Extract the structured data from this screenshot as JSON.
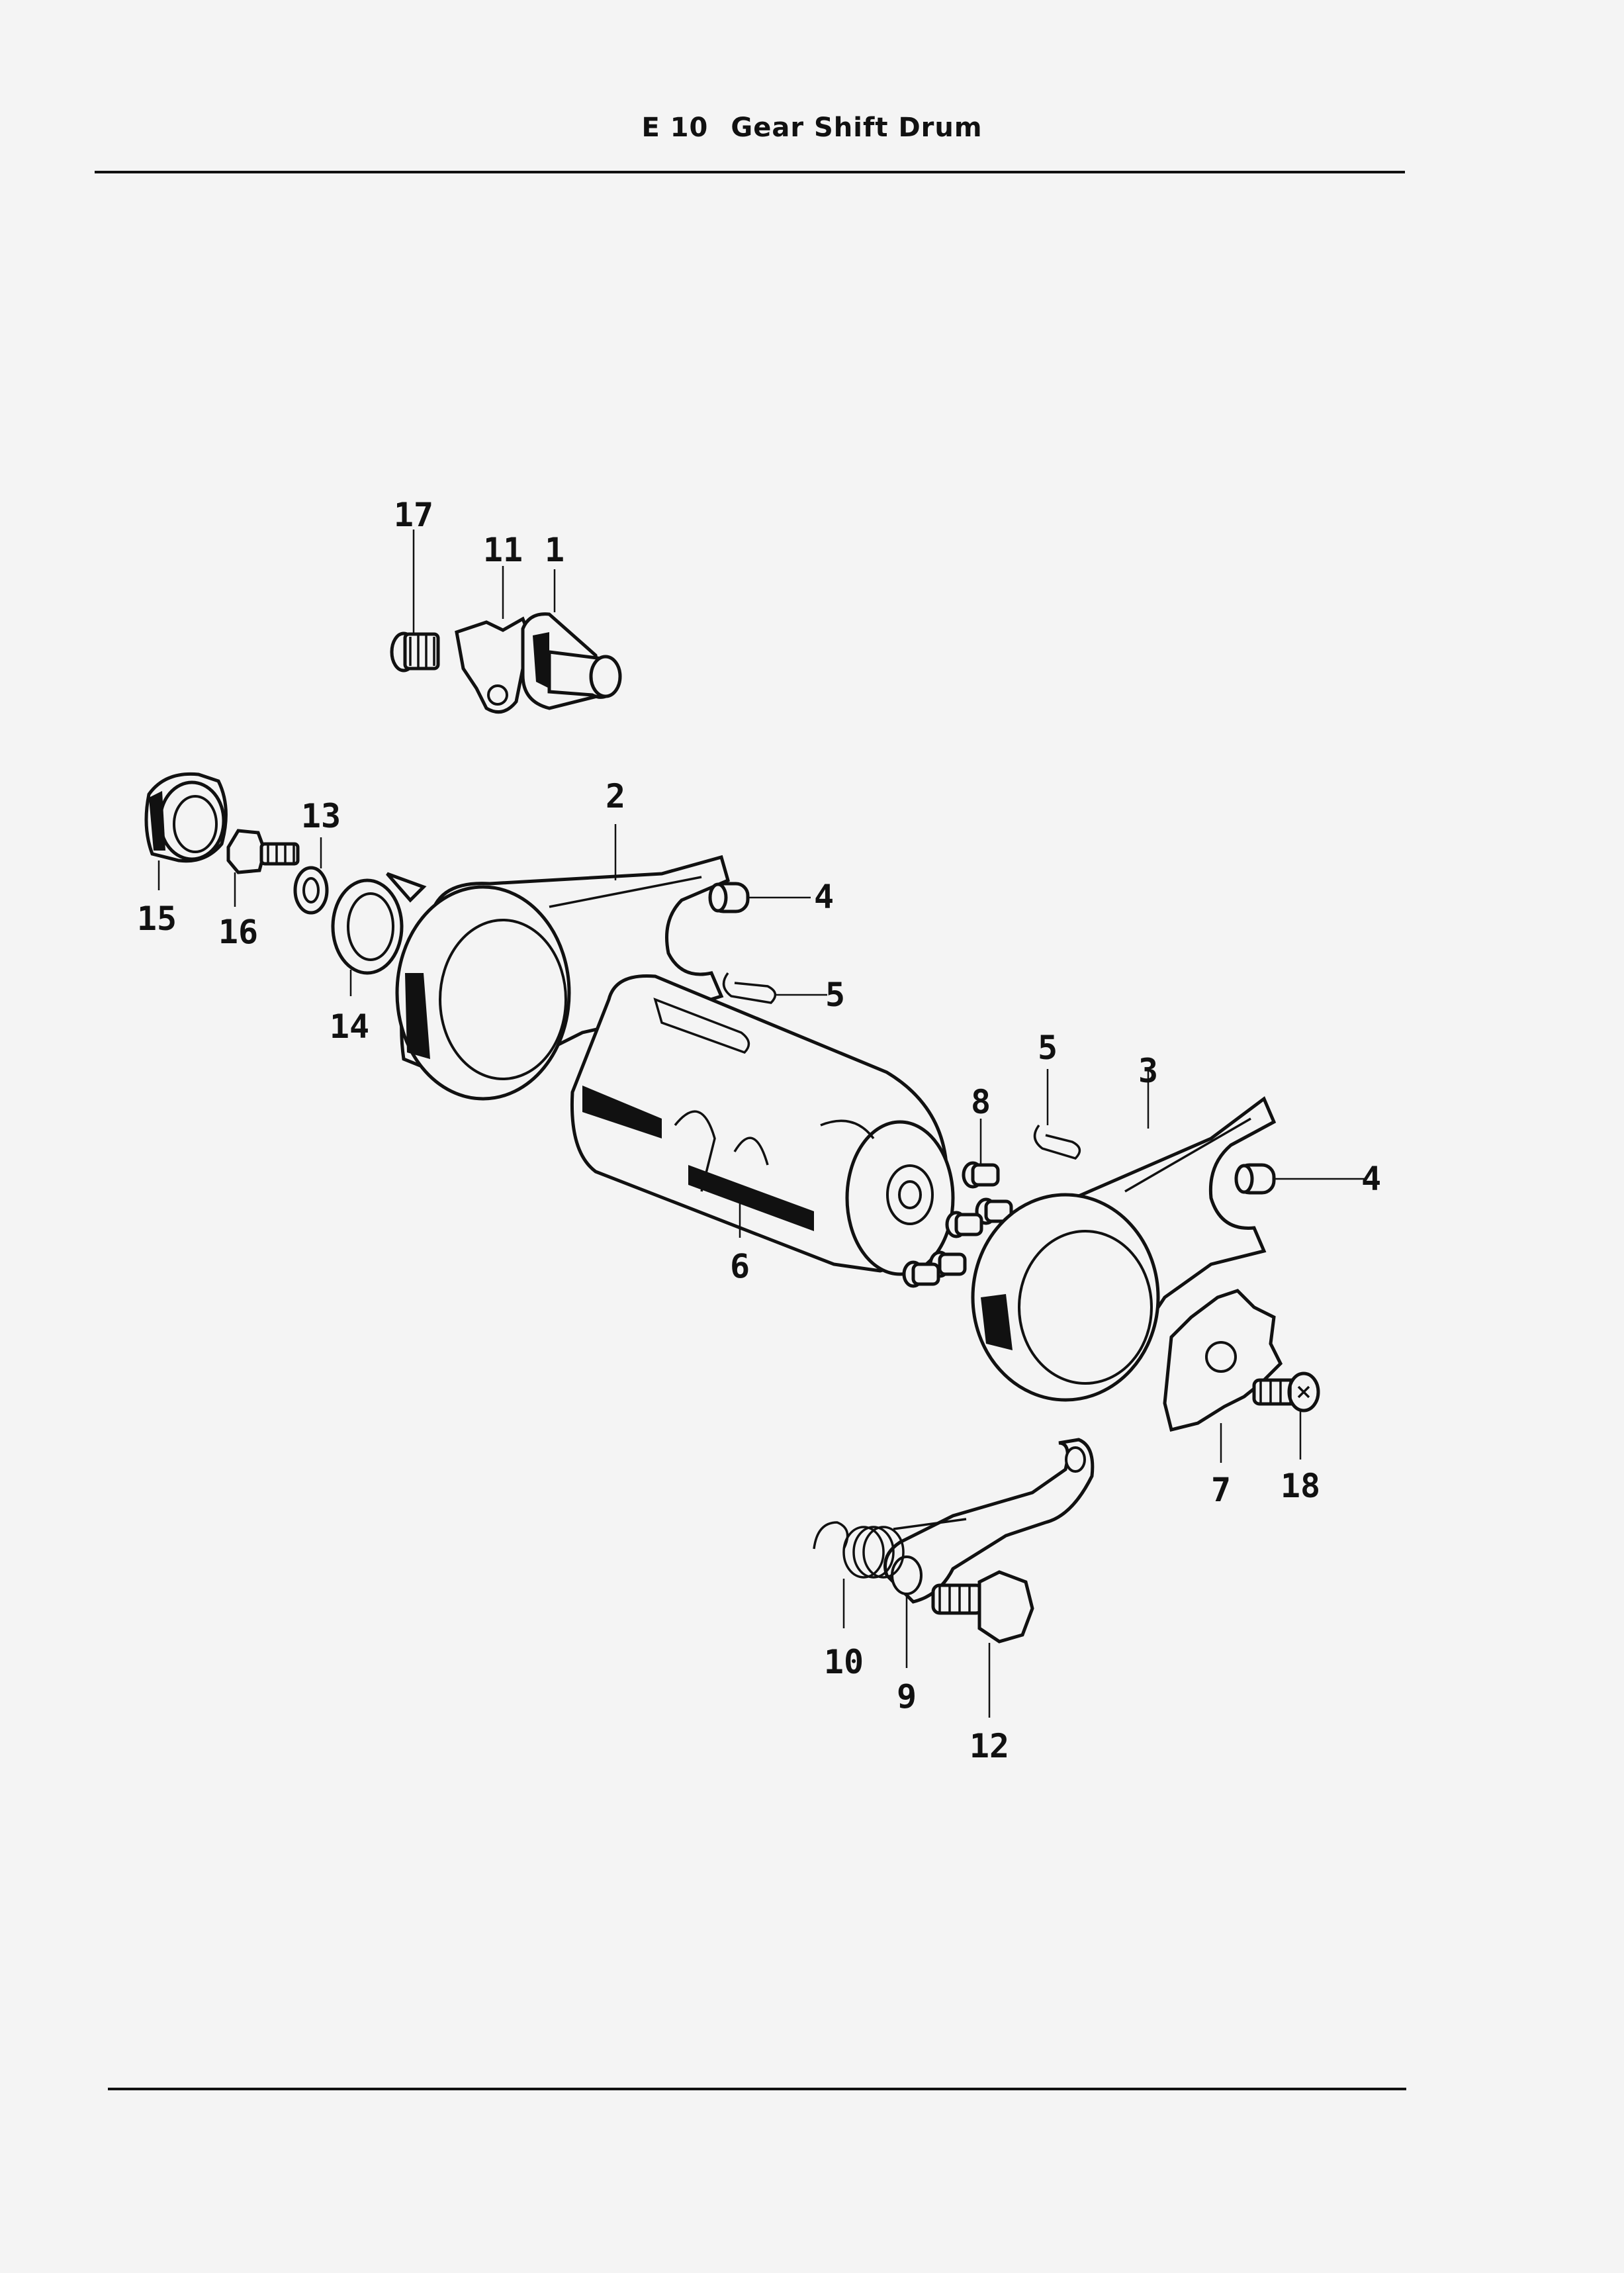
{
  "header": {
    "code": "E 10",
    "title": "Gear Shift Drum"
  },
  "callouts": {
    "c1": "1",
    "c2": "2",
    "c3": "3",
    "c4a": "4",
    "c4b": "4",
    "c5a": "5",
    "c5b": "5",
    "c6": "6",
    "c7": "7",
    "c8": "8",
    "c9": "9",
    "c10": "10",
    "c11": "11",
    "c12": "12",
    "c13": "13",
    "c14": "14",
    "c15": "15",
    "c16": "16",
    "c17": "17",
    "c18": "18"
  }
}
